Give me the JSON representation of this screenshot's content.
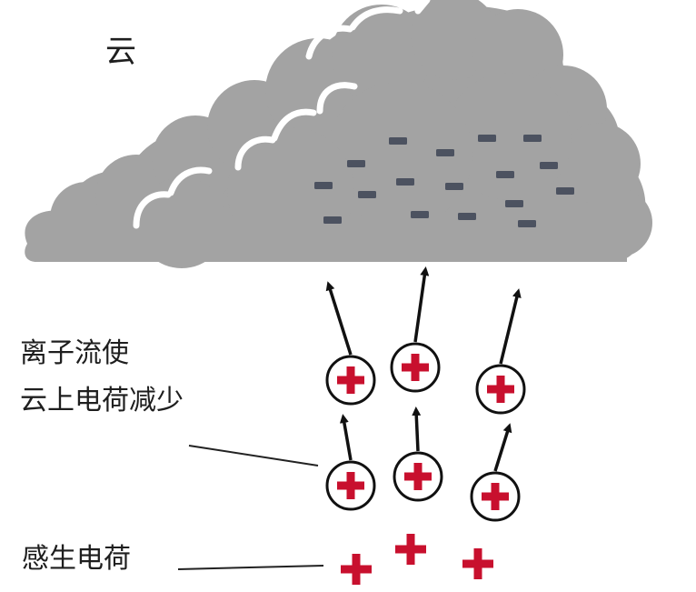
{
  "labels": {
    "cloud": "云",
    "ion_flow_line1": "离子流使",
    "ion_flow_line2": "云上电荷减少",
    "induced_charge": "感生电荷"
  },
  "colors": {
    "cloud_fill": "#a3a3a3",
    "cloud_highlight": "#ffffff",
    "negative_charge": "#4c5260",
    "positive_charge": "#c8102e",
    "arrow": "#111111",
    "leader_line": "#222222"
  },
  "icons": {
    "negative_charge": "minus-sign",
    "positive_charge": "plus-sign",
    "ion_flow_arrow": "arrow-up"
  }
}
